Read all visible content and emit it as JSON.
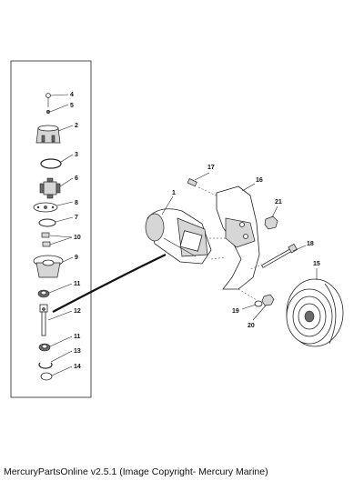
{
  "caption": "MercuryPartsOnline v2.5.1 (Image Copyright- Mercury Marine)",
  "callouts": {
    "c1": "1",
    "c2": "2",
    "c3": "3",
    "c4": "4",
    "c5": "5",
    "c6": "6",
    "c7": "7",
    "c8": "8",
    "c9": "9",
    "c10": "10",
    "c11a": "11",
    "c11b": "11",
    "c12": "12",
    "c13": "13",
    "c14": "14",
    "c15": "15",
    "c16": "16",
    "c17": "17",
    "c18": "18",
    "c19": "19",
    "c20": "20",
    "c21": "21"
  }
}
